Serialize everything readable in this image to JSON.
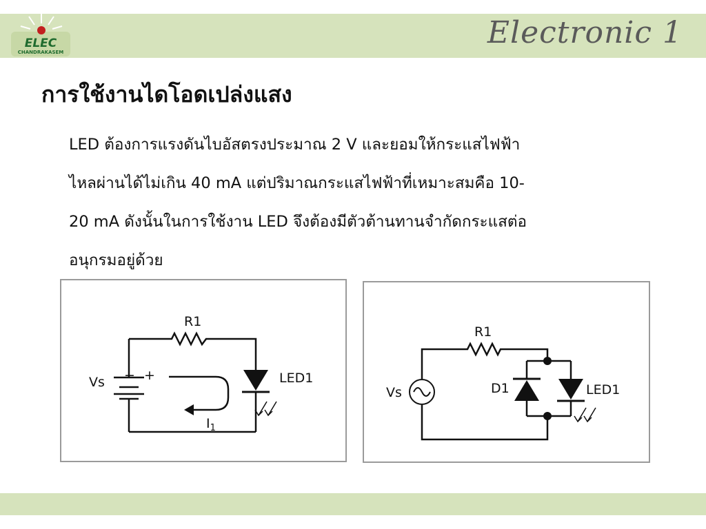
{
  "header": {
    "logo_text": "ELEC",
    "logo_subtext": "CHANDRAKASEM",
    "brand": "Electronic 1"
  },
  "slide": {
    "title": "การใช้งานไดโอดเปล่งแสง",
    "paragraph_lines": [
      "LED ต้องการแรงดันไบอัสตรงประมาณ 2 V และยอมให้กระแสไฟฟ้า",
      "ไหลผ่านได้ไม่เกิน 40 mA  แต่ปริมาณกระแสไฟฟ้าที่เหมาะสมคือ  10-",
      "20 mA ดังนั้นในการใช้งาน LED จึงต้องมีตัวต้านทานจำกัดกระแสต่อ",
      "อนุกรมอยู่ด้วย"
    ]
  },
  "figure_dc": {
    "label_r": "R1",
    "label_vs": "Vs",
    "label_minus": "−",
    "label_plus": "+",
    "label_led": "LED1",
    "label_current": "I",
    "label_current_sub": "1"
  },
  "figure_ac": {
    "label_r": "R1",
    "label_vs": "Vs",
    "label_d": "D1",
    "label_led": "LED1"
  }
}
